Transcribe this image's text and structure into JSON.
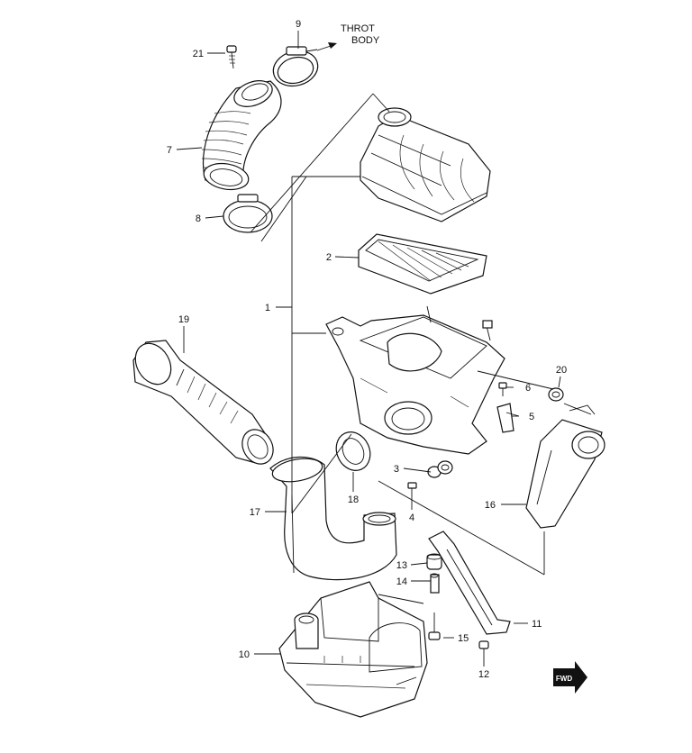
{
  "diagram": {
    "callouts": [
      {
        "id": "1",
        "text": "1"
      },
      {
        "id": "2",
        "text": "2"
      },
      {
        "id": "3",
        "text": "3"
      },
      {
        "id": "4",
        "text": "4"
      },
      {
        "id": "5",
        "text": "5"
      },
      {
        "id": "6",
        "text": "6"
      },
      {
        "id": "7",
        "text": "7"
      },
      {
        "id": "8",
        "text": "8"
      },
      {
        "id": "9",
        "text": "9"
      },
      {
        "id": "10",
        "text": "10"
      },
      {
        "id": "11",
        "text": "11"
      },
      {
        "id": "12",
        "text": "12"
      },
      {
        "id": "13",
        "text": "13"
      },
      {
        "id": "14",
        "text": "14"
      },
      {
        "id": "15",
        "text": "15"
      },
      {
        "id": "16",
        "text": "16"
      },
      {
        "id": "17",
        "text": "17"
      },
      {
        "id": "18",
        "text": "18"
      },
      {
        "id": "19",
        "text": "19"
      },
      {
        "id": "20",
        "text": "20"
      },
      {
        "id": "21",
        "text": "21"
      }
    ],
    "annotation": {
      "line1": "THROT",
      "line2": "BODY"
    },
    "fwd_badge": "FWD"
  }
}
